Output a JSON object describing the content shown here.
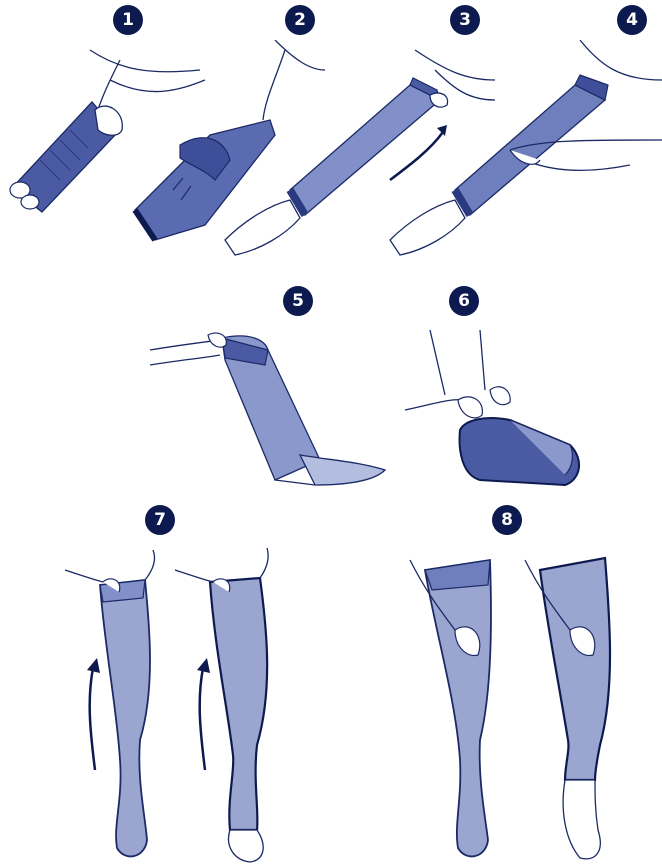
{
  "colors": {
    "navy": "#0d1a4f",
    "garment_light": "#9aa6cf",
    "garment_mid": "#6f7fbd",
    "garment_dark": "#4a5ba3",
    "outline": "#1b2a66",
    "skin_stroke": "#1b2a66"
  },
  "steps": [
    {
      "number": "1"
    },
    {
      "number": "2"
    },
    {
      "number": "3"
    },
    {
      "number": "4"
    },
    {
      "number": "5"
    },
    {
      "number": "6"
    },
    {
      "number": "7"
    },
    {
      "number": "8"
    }
  ],
  "icons": [
    "arm-sleeve-folded",
    "arm-sleeve-turned",
    "arm-sleeve-pulled-up",
    "arm-sleeve-smoothed",
    "stocking-pulled-up-calf",
    "stocking-fitted-foot",
    "thigh-stocking-pull-arrow",
    "thigh-stocking-smoothed"
  ]
}
